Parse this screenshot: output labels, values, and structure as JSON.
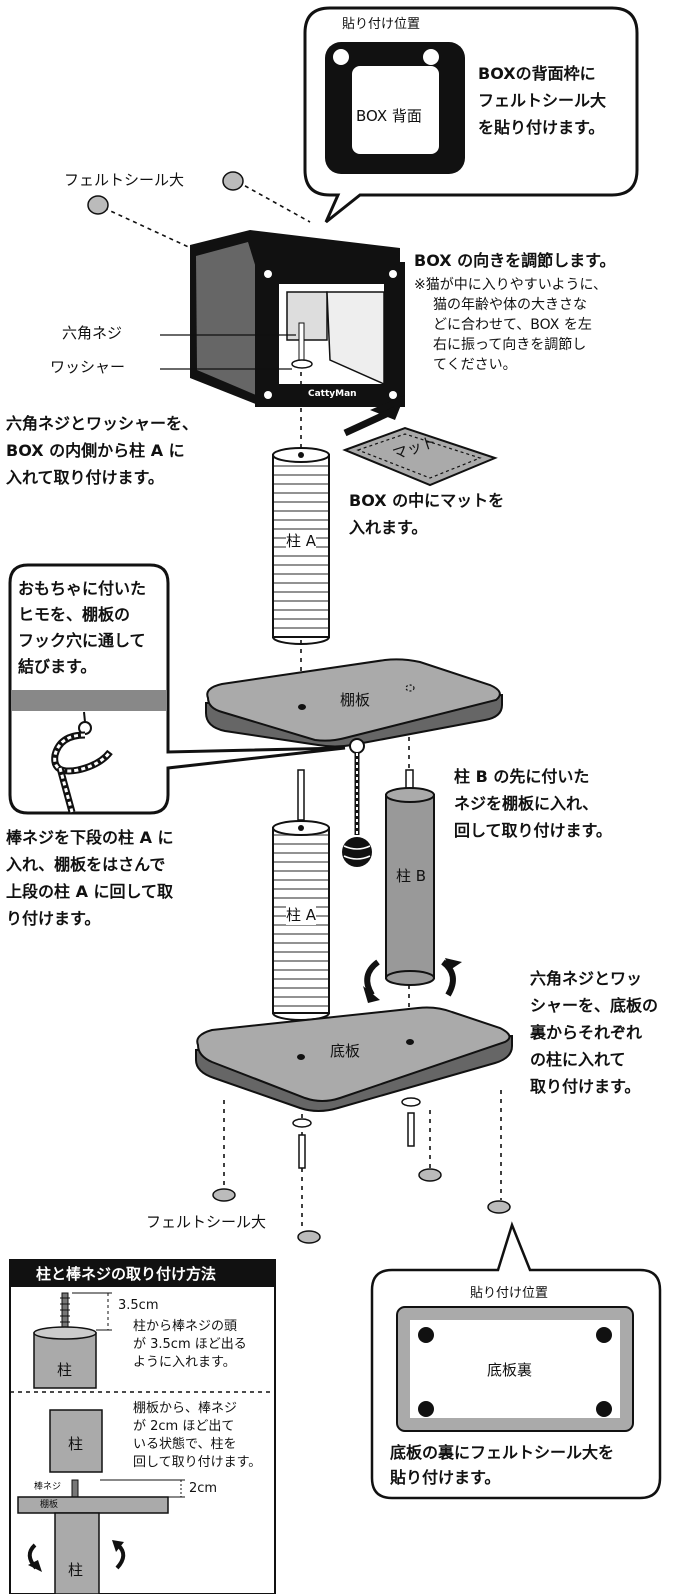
{
  "top_callout": {
    "heading": "貼り付け位置",
    "panel_label": "BOX 背面",
    "text": [
      "BOXの背面枠に",
      "フェルトシール大",
      "を貼り付けます。"
    ]
  },
  "parts": {
    "felt_seal_top": "フェルトシール大",
    "hex_screw": "六角ネジ",
    "washer": "ワッシャー",
    "mat": "マット",
    "pillar_a_upper": "柱 A",
    "pillar_a_lower": "柱 A",
    "shelf": "棚板",
    "pillar_b": "柱 B",
    "base": "底板",
    "felt_seal_bottom": "フェルトシール大",
    "box_logo": "CattyMan"
  },
  "notes": {
    "box_direction": {
      "title": "BOX の向きを調節します。",
      "lines": [
        "※猫が中に入りやすいように、",
        "猫の年齢や体の大きさな",
        "どに合わせて、BOX を左",
        "右に振って向きを調節し",
        "てください。"
      ]
    },
    "hex_box": [
      "六角ネジとワッシャーを、",
      "BOX の内側から柱 A に",
      "入れて取り付けます。"
    ],
    "mat": [
      "BOX の中にマットを",
      "入れます。"
    ],
    "toy": [
      "おもちゃに付いた",
      "ヒモを、棚板の",
      "フック穴に通して",
      "結びます。"
    ],
    "rod_screw": [
      "棒ネジを下段の柱 A に",
      "入れ、棚板をはさんで",
      "上段の柱 A に回して取",
      "り付けます。"
    ],
    "pillar_b": [
      "柱 B の先に付いた",
      "ネジを棚板に入れ、",
      "回して取り付けます。"
    ],
    "base": [
      "六角ネジとワッ",
      "シャーを、底板の",
      "裏からそれぞれ",
      "の柱に入れて",
      "取り付けます。"
    ]
  },
  "method_box": {
    "title": "柱と棒ネジの取り付け方法",
    "dim1": "3.5cm",
    "text1": [
      "柱から棒ネジの頭",
      "が 3.5cm ほど出る",
      "ように入れます。"
    ],
    "pillar1": "柱",
    "text2": [
      "棚板から、棒ネジ",
      "が 2cm ほど出て",
      "いる状態で、柱を",
      "回して取り付けます。"
    ],
    "pillar2": "柱",
    "rod_label": "棒ネジ",
    "shelf_label": "棚板",
    "dim2": "2cm",
    "pillar3": "柱"
  },
  "bottom_callout": {
    "heading": "貼り付け位置",
    "panel_label": "底板裏",
    "text": [
      "底板の裏にフェルトシール大を",
      "貼り付けます。"
    ]
  }
}
